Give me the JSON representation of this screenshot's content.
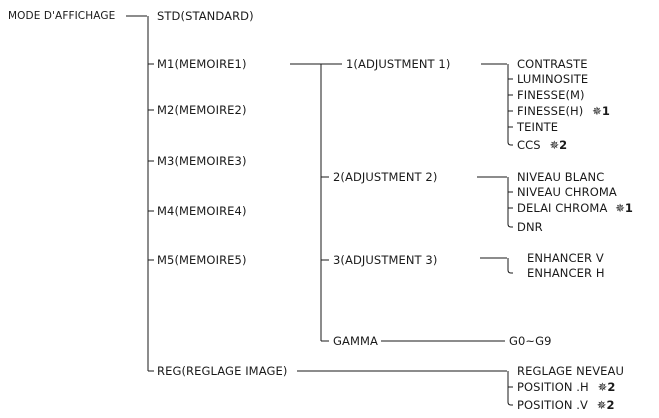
{
  "root": "MODE D'AFFICHAGE",
  "level1": {
    "std": "STD(STANDARD)",
    "m1": "M1(MEMOIRE1)",
    "m2": "M2(MEMOIRE2)",
    "m3": "M3(MEMOIRE3)",
    "m4": "M4(MEMOIRE4)",
    "m5": "M5(MEMOIRE5)",
    "reg": "REG(REGLAGE IMAGE)"
  },
  "level2": {
    "adj1": "1(ADJUSTMENT 1)",
    "adj2": "2(ADJUSTMENT 2)",
    "adj3": "3(ADJUSTMENT 3)",
    "gamma": "GAMMA"
  },
  "adjust1_items": {
    "contraste": "CONTRASTE",
    "luminosite": "LUMINOSITE",
    "finesse_m": "FINESSE(M)",
    "finesse_h": "FINESSE(H)",
    "teinte": "TEINTE",
    "ccs": "CCS"
  },
  "adjust2_items": {
    "niveau_blanc": "NIVEAU BLANC",
    "niveau_chroma": "NIVEAU CHROMA",
    "delai_chroma": "DELAI CHROMA",
    "dnr": "DNR"
  },
  "adjust3_items": {
    "enhancer_v": "ENHANCER V",
    "enhancer_h": "ENHANCER H"
  },
  "gamma_items": {
    "range": "G0~G9"
  },
  "reg_items": {
    "reglage_neveau": "REGLAGE NEVEAU",
    "position_h": "POSITION .H",
    "position_v": "POSITION .V"
  },
  "notes": {
    "star1": "✵1",
    "star2": "✵2"
  }
}
